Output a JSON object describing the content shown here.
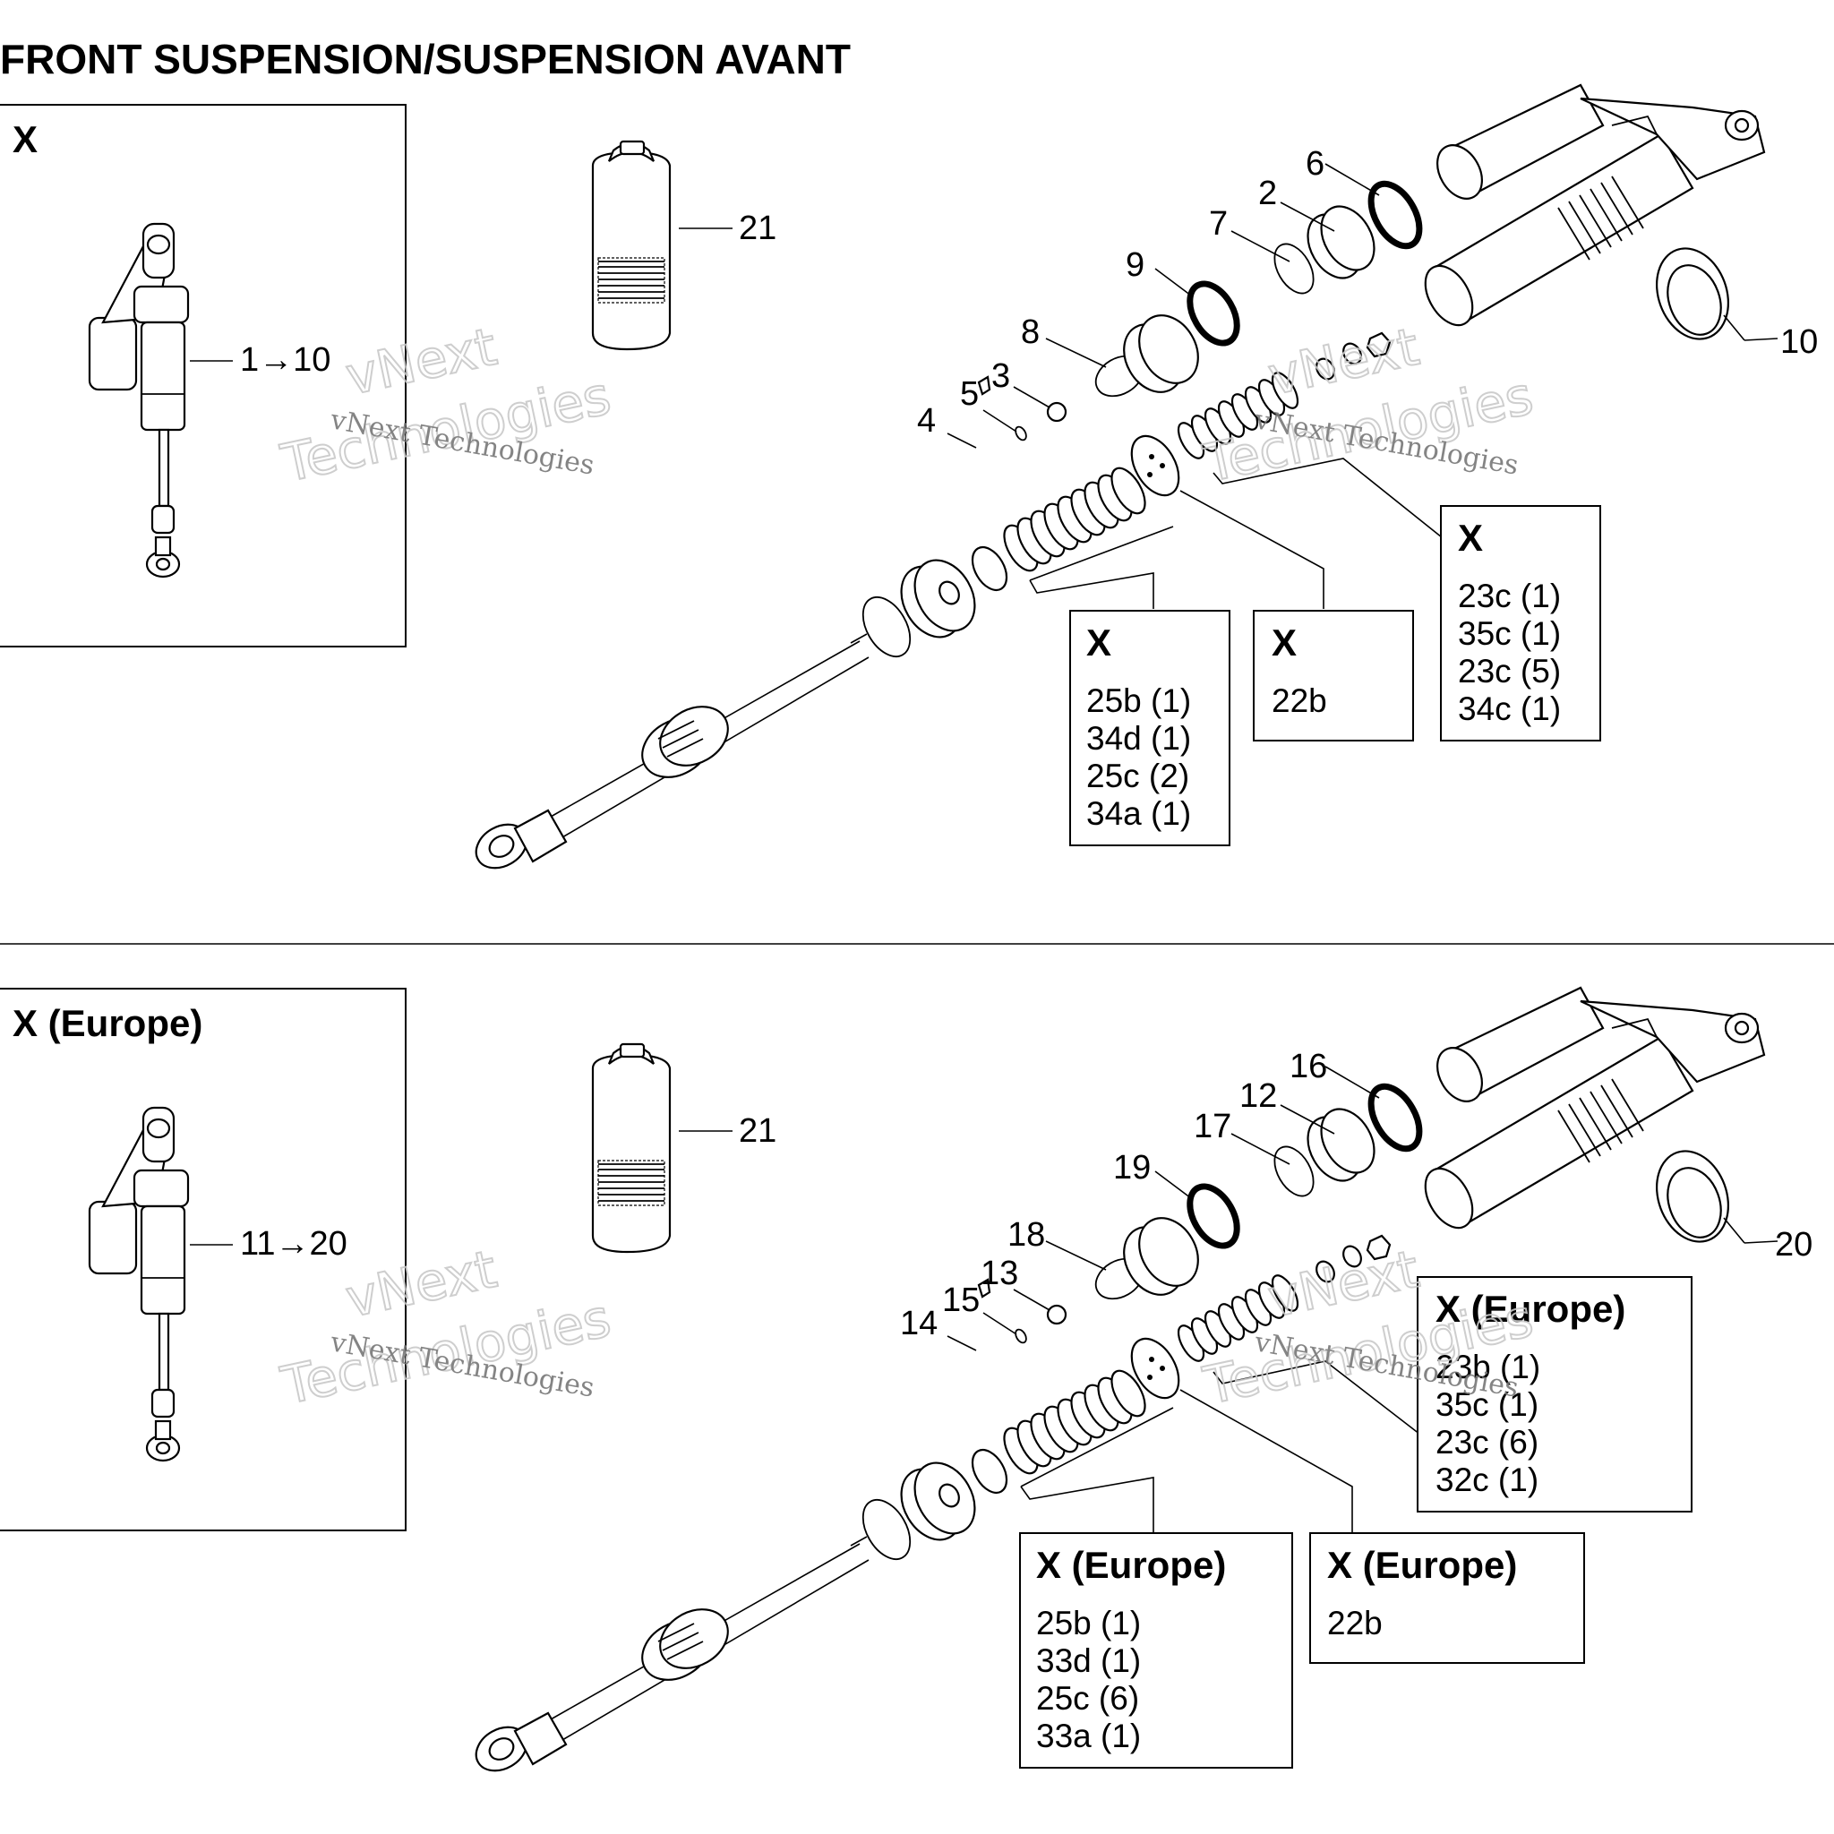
{
  "title": "FRONT SUSPENSION/SUSPENSION AVANT",
  "top": {
    "model_box": {
      "header": "X",
      "callout": "1→10"
    },
    "can_label": "21",
    "part_labels": [
      "6",
      "2",
      "7",
      "9",
      "8",
      "3",
      "5",
      "4",
      "10"
    ],
    "kit_boxes": [
      {
        "header": "X",
        "items": [
          "25b (1)",
          "34d (1)",
          "25c (2)",
          "34a (1)"
        ]
      },
      {
        "header": "X",
        "items": [
          "22b"
        ]
      },
      {
        "header": "X",
        "items": [
          "23c (1)",
          "35c (1)",
          "23c (5)",
          "34c (1)"
        ]
      }
    ]
  },
  "bottom": {
    "model_box": {
      "header": "X (Europe)",
      "callout": "11→20"
    },
    "can_label": "21",
    "part_labels": [
      "16",
      "12",
      "17",
      "19",
      "18",
      "13",
      "15",
      "14",
      "20"
    ],
    "kit_boxes": [
      {
        "header": "X (Europe)",
        "items": [
          "25b (1)",
          "33d (1)",
          "25c (6)",
          "33a (1)"
        ]
      },
      {
        "header": "X (Europe)",
        "items": [
          "22b"
        ]
      },
      {
        "header": "X (Europe)",
        "items": [
          "23b (1)",
          "35c (1)",
          "23c (6)",
          "32c (1)"
        ]
      }
    ]
  },
  "watermark": {
    "line1": "vNext Technologies",
    "line2a": "vNext",
    "line2b": "Technologies"
  }
}
